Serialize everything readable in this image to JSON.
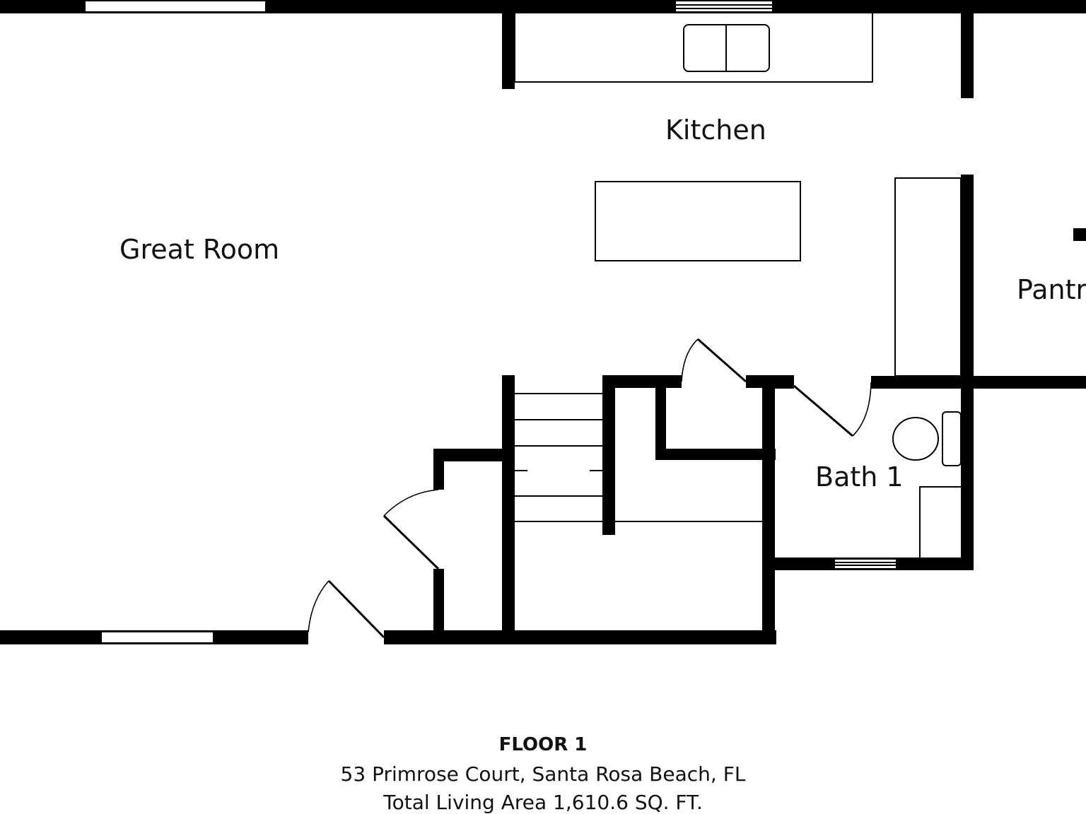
{
  "rooms": {
    "great_room": "Great Room",
    "kitchen": "Kitchen",
    "pantry": "Pantry",
    "bath": "Bath 1"
  },
  "caption": {
    "floor": "FLOOR 1",
    "address": "53 Primrose Court, Santa Rosa Beach, FL",
    "area": "Total Living Area 1,610.6 SQ. FT."
  },
  "colors": {
    "wall": "#000000",
    "background": "#ffffff"
  }
}
